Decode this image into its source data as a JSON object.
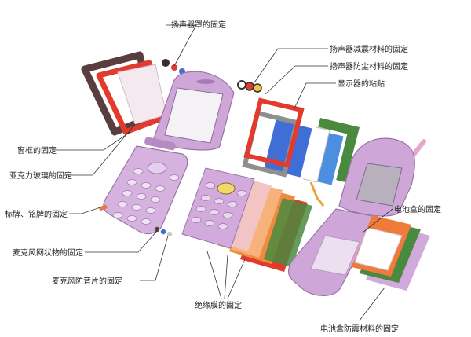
{
  "labels": {
    "speaker_cover": "扬声器罩的固定",
    "speaker_damping": "扬声器减震材料的固定",
    "speaker_dust": "扬声器防尘材料的固定",
    "display_adhesion": "显示器的粘贴",
    "window_frame": "窗框的固定",
    "acrylic_glass": "亚克力玻璃的固定",
    "nameplate": "标牌、铭牌的固定",
    "mic_mesh": "麦克风网状物的固定",
    "mic_sound_sheet": "麦克风防音片的固定",
    "insulation_film": "绝缘膜的固定",
    "battery_box": "电池盒的固定",
    "battery_shockproof": "电池盒防震材料的固定"
  },
  "colors": {
    "phone_lavender": "#cfa6d8",
    "frame_dark": "#5a3d3f",
    "frame_red": "#e23b2e",
    "orange": "#ef7a3a",
    "blue": "#3f6fd6",
    "green": "#3f8a3f",
    "leader": "#333333"
  }
}
